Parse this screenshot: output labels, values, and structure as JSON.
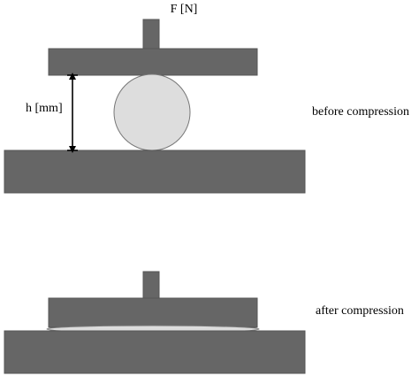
{
  "labels": {
    "force": "F [N]",
    "height": "h [mm]",
    "before": "before compression",
    "after": "after compression"
  },
  "colors": {
    "plate": "#666666",
    "plate_edge": "#555555",
    "sphere": "#dddddd",
    "sphere_edge": "#777777",
    "arrow": "#000000",
    "background": "#ffffff"
  }
}
